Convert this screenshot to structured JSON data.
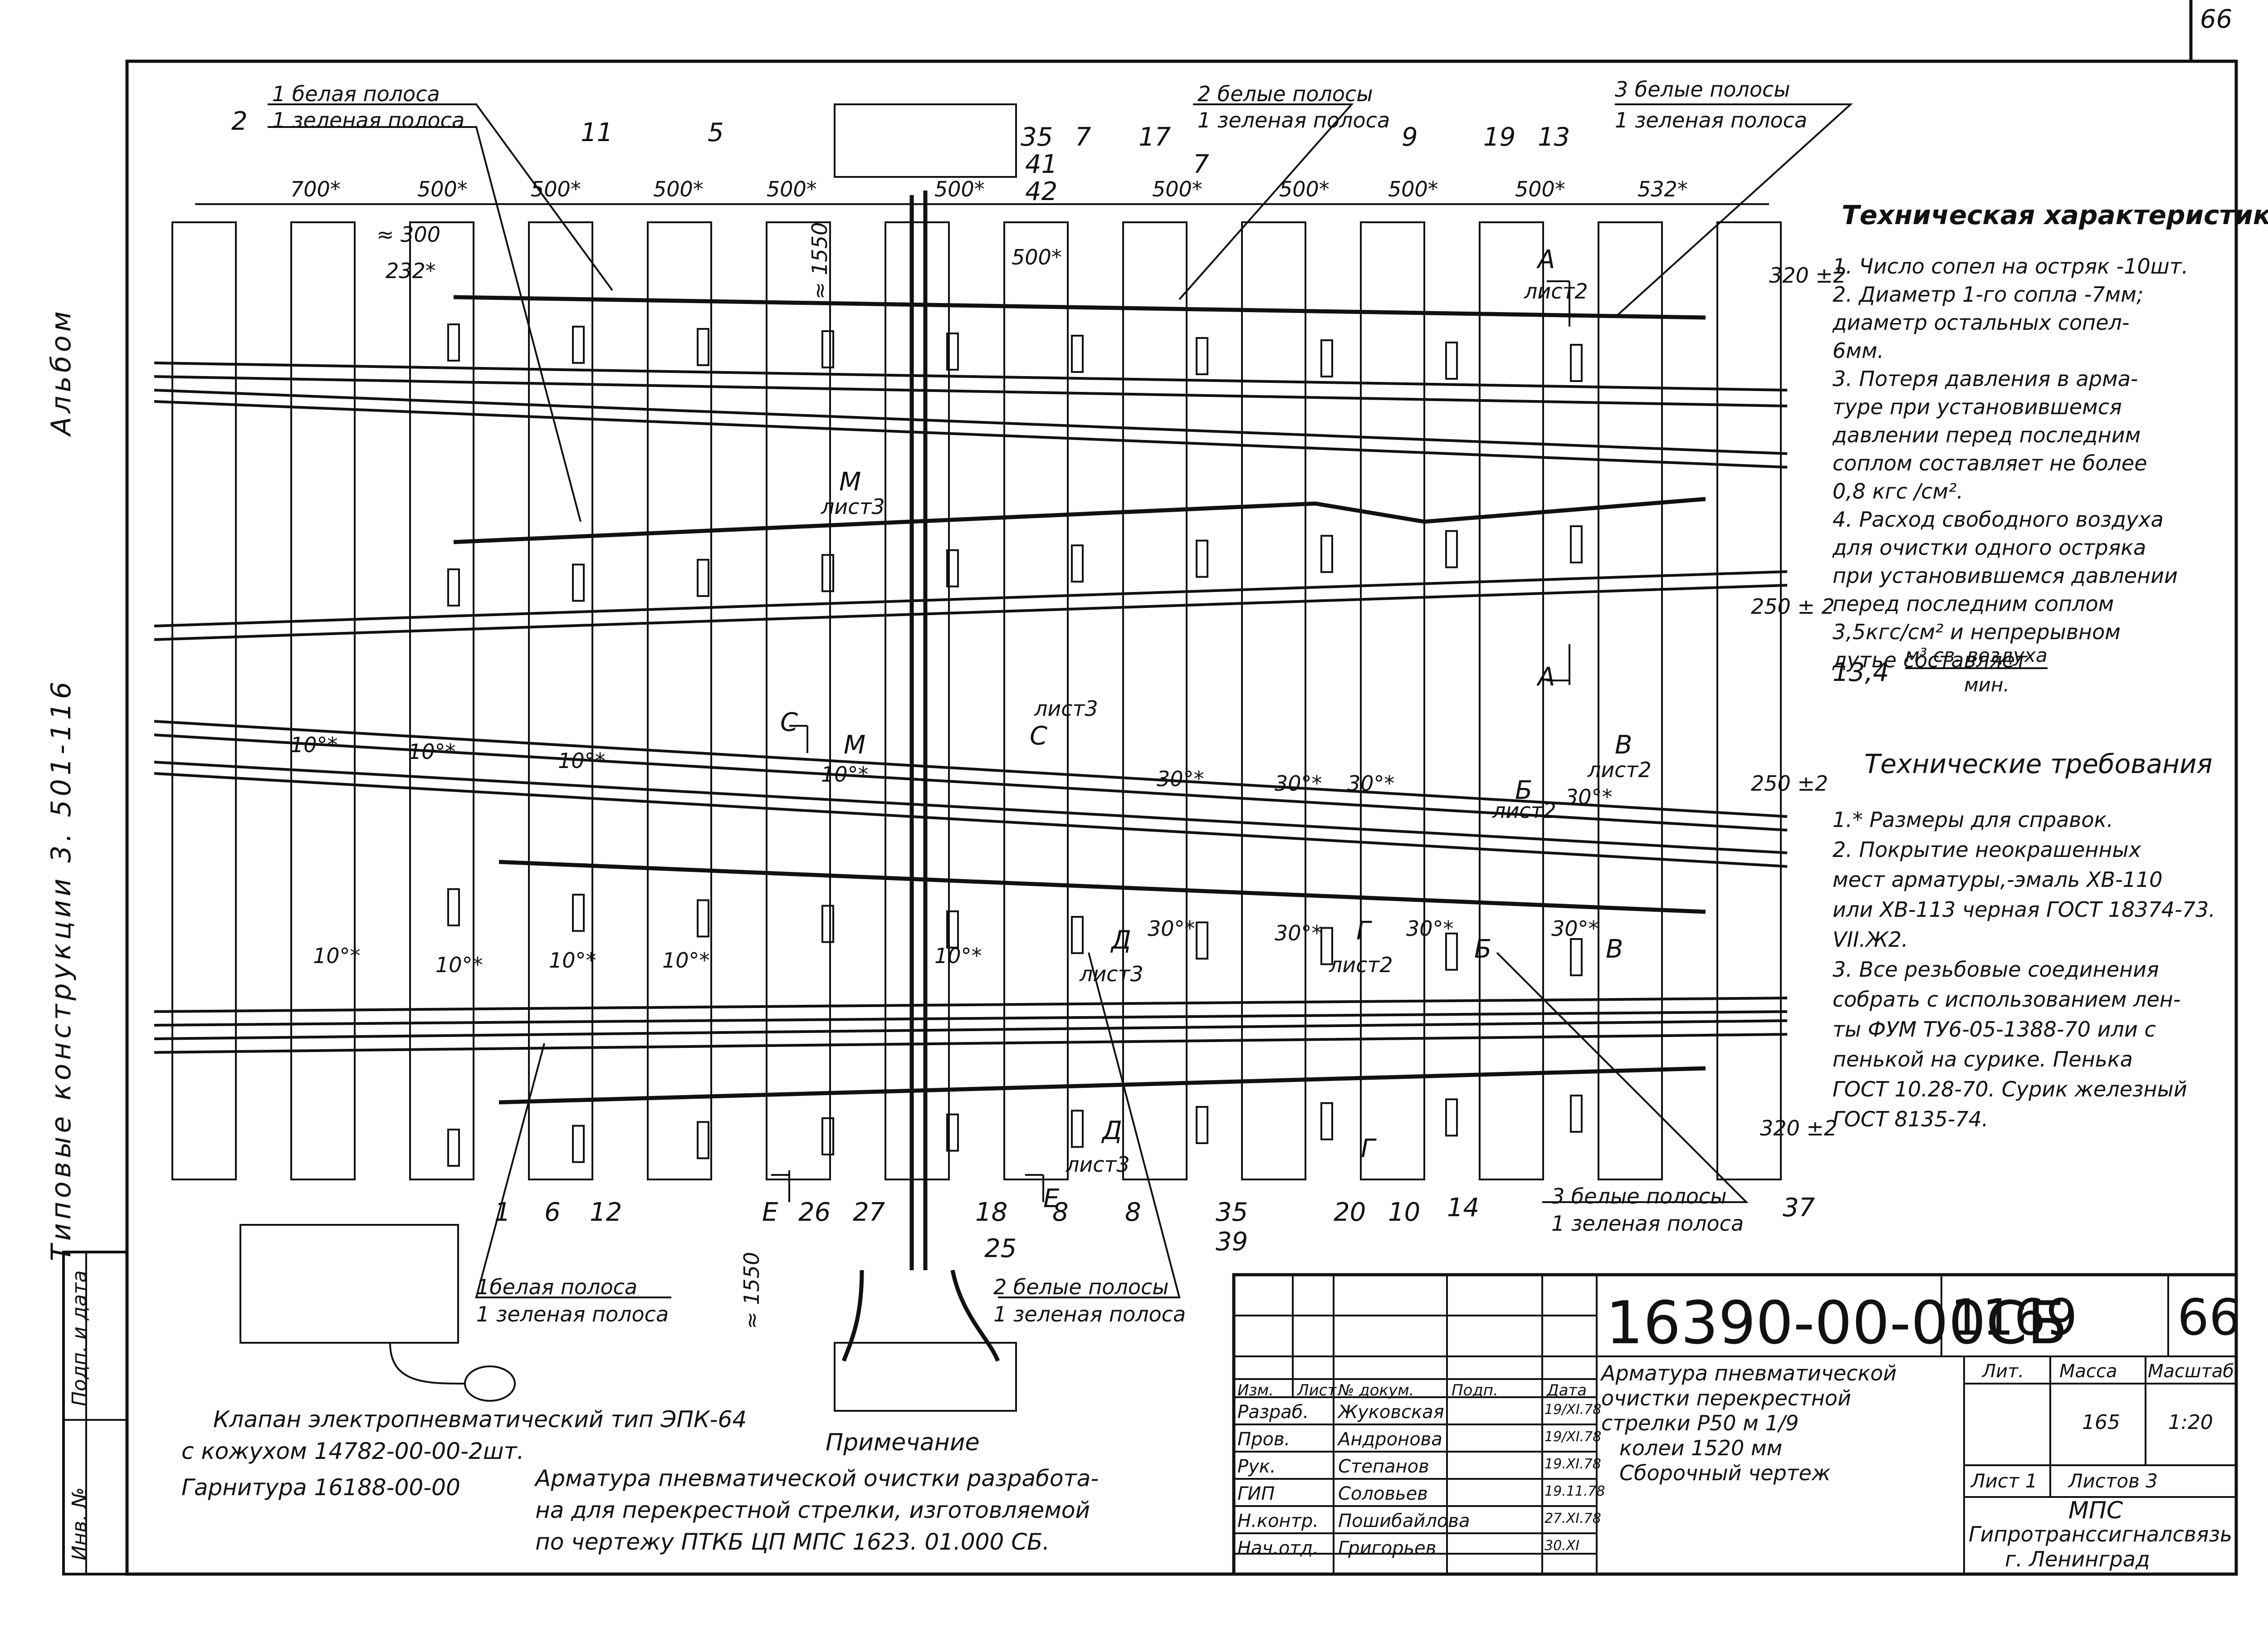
{
  "side_text": {
    "album": "Альбом",
    "series": "Типовые   конструкции 3. 501-116"
  },
  "sheet_number": "66",
  "stamp_left": {
    "podp_date": "Подп. и дата",
    "inv": "Инв. №"
  },
  "stripe_labels": {
    "top_left_1": "1 белая  полоса",
    "top_left_2": "1 зеленая полоса",
    "top_mid_1": "2 белые  полосы",
    "top_mid_2": "1 зеленая полоса",
    "top_right_1": "3 белые  полосы",
    "top_right_2": "1 зеленая полоса",
    "bot_left_1": "1белая полоса",
    "bot_left_2": "1 зеленая полоса",
    "bot_mid_1": "2 белые полосы",
    "bot_mid_2": "1 зеленая полоса",
    "bot_right_1": "3 белые полосы",
    "bot_right_2": "1 зеленая полоса"
  },
  "dimensions": {
    "d700": "700*",
    "d500": "500*",
    "d532": "532*",
    "d300": "≈ 300",
    "d232": "232*",
    "d1550": "≈ 1550",
    "d320top": "320 ±2",
    "d250a": "250 ± 2",
    "d250b": "250 ±2",
    "d320bot": "320 ±2"
  },
  "angles": {
    "a10": "10°*",
    "a30": "30°*"
  },
  "section_marks": {
    "A": "А",
    "B": "Б",
    "V": "В",
    "G": "Г",
    "D": "Д",
    "E": "Е",
    "C": "С",
    "M": "М",
    "list2": "лист2",
    "list3": "лист3"
  },
  "position_numbers": {
    "n2": "2",
    "n11": "11",
    "n5": "5",
    "n35": "35",
    "n41": "41",
    "n42": "42",
    "n7": "7",
    "n17": "17",
    "n7b": "7",
    "n9": "9",
    "n19": "19",
    "n13": "13",
    "b1": "1",
    "b6": "6",
    "b12": "12",
    "b26": "26",
    "b27": "27",
    "b18": "18",
    "b8": "8",
    "b8b": "8",
    "b25": "25",
    "b35": "35",
    "b39": "39",
    "b20": "20",
    "b10": "10",
    "b14": "14",
    "b37": "37"
  },
  "tech_characteristics": {
    "title": "Техническая характеристика",
    "lines": [
      "1. Число сопел на остряк -10шт.",
      "2. Диаметр 1-го сопла  -7мм;",
      "диаметр остальных сопел-",
      "6мм.",
      "3. Потеря давления в арма-",
      "туре при установившемся",
      "давлении перед последним",
      "соплом составляет не более",
      "0,8 кгс /см².",
      "4. Расход свободного воздуха",
      "для очистки одного остряка",
      "при установившемся давлении",
      "перед последним соплом",
      "3,5кгс/см² и непрерывном",
      "дутье  составляет"
    ],
    "flow_value": "13,4",
    "flow_num": "м³ св. воздуха",
    "flow_den": "мин."
  },
  "tech_requirements": {
    "title": "Технические требования",
    "lines": [
      "1.* Размеры для справок.",
      "2. Покрытие неокрашенных",
      "мест арматуры,-эмаль ХВ-110",
      "или ХВ-113 черная ГОСТ 18374-73.",
      "VII.Ж2.",
      "3. Все резьбовые соединения",
      "собрать с использованием лен-",
      "ты ФУМ ТУ6-05-1388-70 или с",
      "пенькой на сурике. Пенька",
      "ГОСТ 10.28-70. Сурик железный",
      "ГОСТ 8135-74."
    ]
  },
  "notes": {
    "valve_1": "Клапан электропневматический тип ЭПК-64",
    "valve_2": "с кожухом 14782-00-00-2шт.",
    "garnitura": "Гарнитура 16188-00-00",
    "note_title": "Примечание",
    "note_1": "Арматура пневматической очистки разработа-",
    "note_2": "на для перекрестной стрелки, изготовляемой",
    "note_3": "по чертежу ПТКБ ЦП МПС 1623. 01.000 СБ."
  },
  "title_block": {
    "designation": "16390-00-00СБ",
    "code": "1169",
    "code2": "66",
    "name_1": "Арматура пневматической",
    "name_2": "очистки перекрестной",
    "name_3": "стрелки Р50 м 1/9",
    "name_4": "колеи 1520 мм",
    "name_5": "Сборочный чертеж",
    "hdr_izm": "Изм.",
    "hdr_list": "Лист",
    "hdr_doc": "№ докум.",
    "hdr_podp": "Подп.",
    "hdr_data": "Дата",
    "roles": [
      {
        "role": "Разраб.",
        "name": "Жуковская",
        "date": "19/XI.78"
      },
      {
        "role": "Пров.",
        "name": "Андронова",
        "date": "19/XI.78"
      },
      {
        "role": "Рук.",
        "name": "Степанов",
        "date": "19.XI.78"
      },
      {
        "role": "ГИП",
        "name": "Соловьев",
        "date": "19.11.78"
      },
      {
        "role": "Н.контр.",
        "name": "Пошибайлова",
        "date": "27.XI.78"
      },
      {
        "role": "Нач.отд.",
        "name": "Григорьев",
        "date": "30.XI"
      }
    ],
    "lit": "Лит.",
    "massa": "Масса",
    "masshtab": "Масштаб",
    "mass_val": "165",
    "scale_val": "1:20",
    "list": "Лист 1",
    "listov": "Листов 3",
    "org_1": "МПС",
    "org_2": "Гипротранссигналсвязь",
    "org_3": "г. Ленинград"
  }
}
